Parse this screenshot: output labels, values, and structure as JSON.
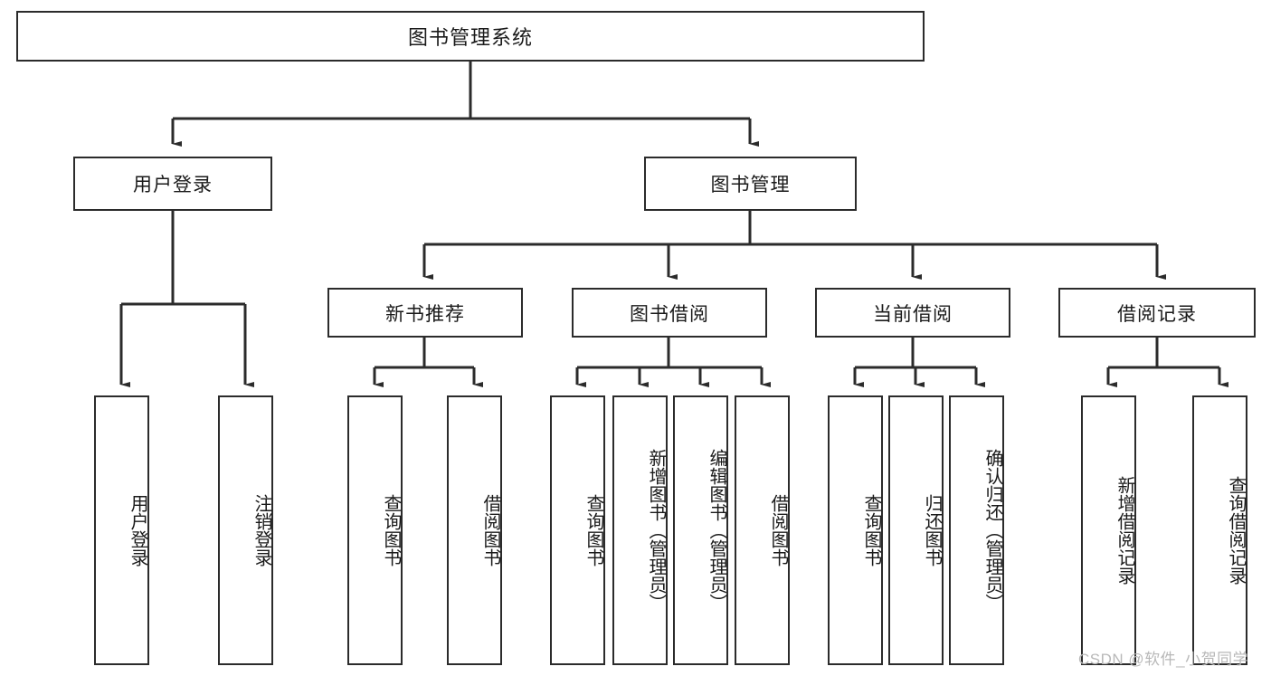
{
  "diagram": {
    "title": "图书管理系统",
    "type": "tree-hierarchy",
    "colors": {
      "stroke": "#2b2b2b",
      "fill": "#ffffff",
      "text": "#1a1a1a",
      "watermark": "#b8b8b8"
    },
    "watermark": "CSDN @软件_小贺同学",
    "nodes": {
      "root": {
        "label": "图书管理系统",
        "level": 1
      },
      "user_login": {
        "label": "用户登录",
        "level": 2
      },
      "book_manage": {
        "label": "图书管理",
        "level": 2
      },
      "new_book_rec": {
        "label": "新书推荐",
        "level": 3
      },
      "book_borrow": {
        "label": "图书借阅",
        "level": 3
      },
      "current_borrow": {
        "label": "当前借阅",
        "level": 3
      },
      "borrow_record": {
        "label": "借阅记录",
        "level": 3
      },
      "leaf_user_login": {
        "label": "用户登录",
        "level": 4
      },
      "leaf_logout": {
        "label": "注销登录",
        "level": 4
      },
      "leaf_query_book_1": {
        "label": "查询图书",
        "level": 4
      },
      "leaf_borrow_book_1": {
        "label": "借阅图书",
        "level": 4
      },
      "leaf_query_book_2": {
        "label": "查询图书",
        "level": 4
      },
      "leaf_add_book": {
        "label": "新增图书（管理员）",
        "level": 4
      },
      "leaf_edit_book": {
        "label": "编辑图书（管理员）",
        "level": 4
      },
      "leaf_borrow_book_2": {
        "label": "借阅图书",
        "level": 4
      },
      "leaf_query_book_3": {
        "label": "查询图书",
        "level": 4
      },
      "leaf_return_book": {
        "label": "归还图书",
        "level": 4
      },
      "leaf_confirm_return": {
        "label": "确认归还（管理员）",
        "level": 4
      },
      "leaf_add_record": {
        "label": "新增借阅记录",
        "level": 4
      },
      "leaf_query_record": {
        "label": "查询借阅记录",
        "level": 4
      }
    },
    "edges": [
      {
        "from": "root",
        "to": "user_login"
      },
      {
        "from": "root",
        "to": "book_manage"
      },
      {
        "from": "book_manage",
        "to": "new_book_rec"
      },
      {
        "from": "book_manage",
        "to": "book_borrow"
      },
      {
        "from": "book_manage",
        "to": "current_borrow"
      },
      {
        "from": "book_manage",
        "to": "borrow_record"
      },
      {
        "from": "user_login",
        "to": "leaf_user_login"
      },
      {
        "from": "user_login",
        "to": "leaf_logout"
      },
      {
        "from": "new_book_rec",
        "to": "leaf_query_book_1"
      },
      {
        "from": "new_book_rec",
        "to": "leaf_borrow_book_1"
      },
      {
        "from": "book_borrow",
        "to": "leaf_query_book_2"
      },
      {
        "from": "book_borrow",
        "to": "leaf_add_book"
      },
      {
        "from": "book_borrow",
        "to": "leaf_edit_book"
      },
      {
        "from": "book_borrow",
        "to": "leaf_borrow_book_2"
      },
      {
        "from": "current_borrow",
        "to": "leaf_query_book_3"
      },
      {
        "from": "current_borrow",
        "to": "leaf_return_book"
      },
      {
        "from": "current_borrow",
        "to": "leaf_confirm_return"
      },
      {
        "from": "borrow_record",
        "to": "leaf_add_record"
      },
      {
        "from": "borrow_record",
        "to": "leaf_query_record"
      }
    ]
  }
}
